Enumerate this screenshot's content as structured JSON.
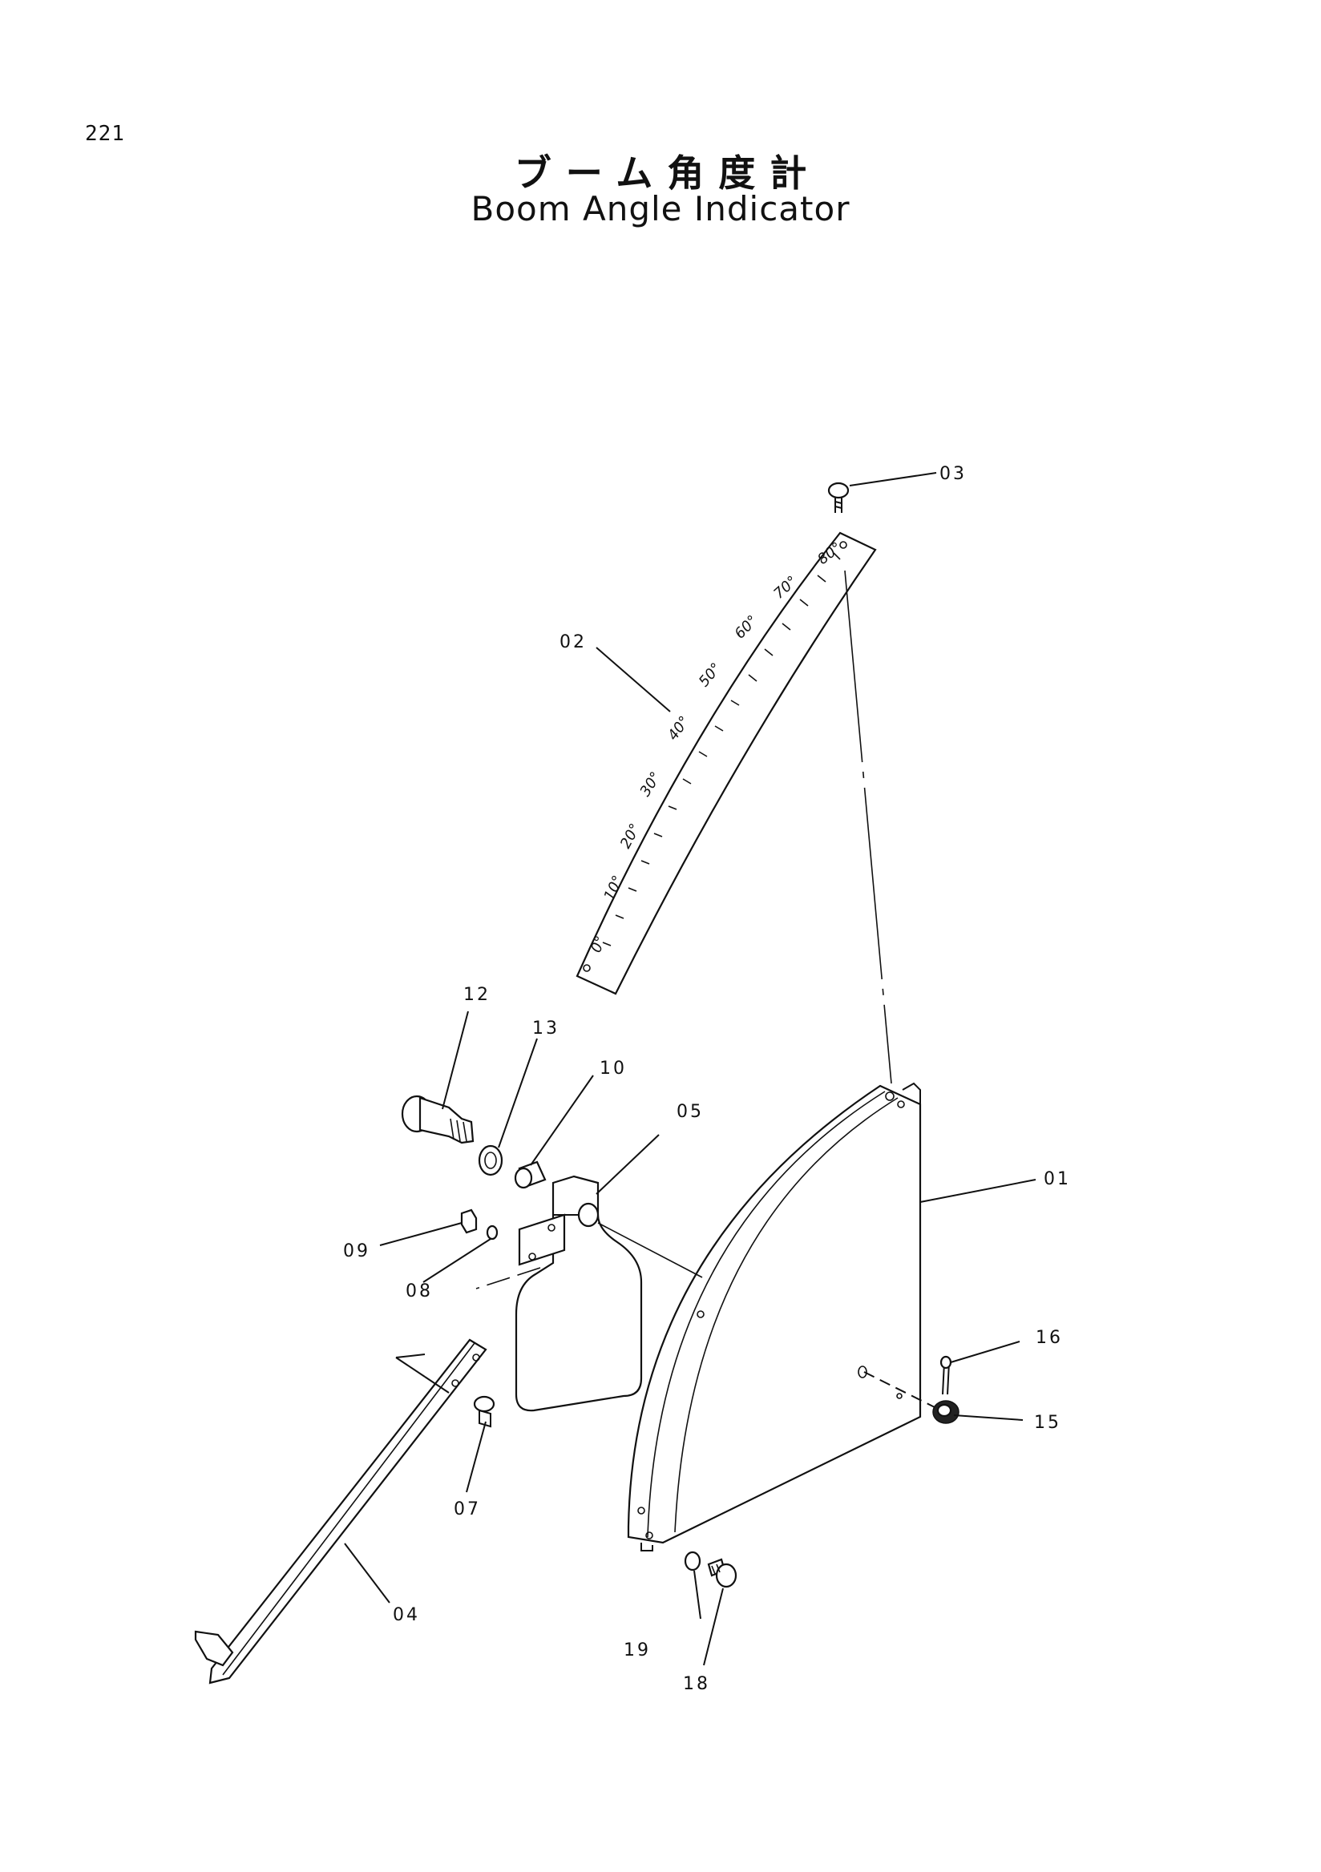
{
  "page_number": "221",
  "title_jp": "ブーム角度計",
  "title_en": "Boom Angle Indicator",
  "scale_marks": [
    "0°",
    "10°",
    "20°",
    "30°",
    "40°",
    "50°",
    "60°",
    "70°",
    "80°"
  ],
  "callouts": [
    "01",
    "02",
    "03",
    "04",
    "05",
    "07",
    "08",
    "09",
    "10",
    "12",
    "13",
    "15",
    "16",
    "18",
    "19"
  ]
}
